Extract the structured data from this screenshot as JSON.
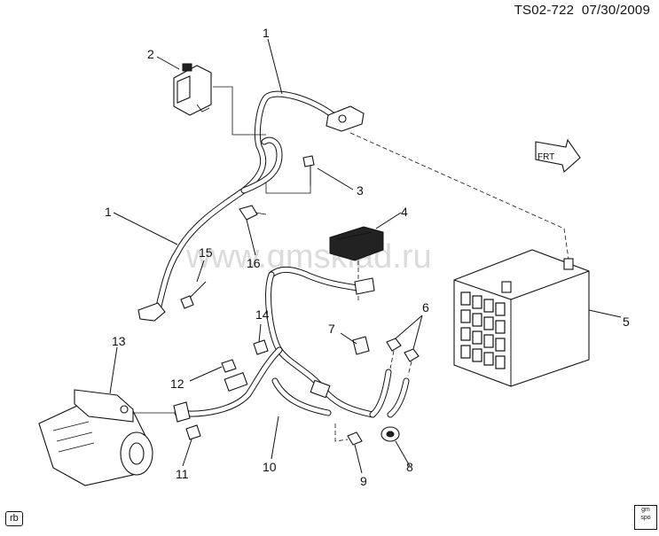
{
  "header": {
    "doc_id": "TS02-722",
    "date": "07/30/2009"
  },
  "watermark": "www.gmsklad.ru",
  "front_marker": "FRT",
  "callouts": [
    "1",
    "2",
    "3",
    "1",
    "4",
    "15",
    "16",
    "5",
    "6",
    "7",
    "14",
    "13",
    "12",
    "11",
    "10",
    "9",
    "8"
  ],
  "footer": {
    "left_badge": "rb",
    "right_badge_top": "gm",
    "right_badge_bottom": "spo"
  }
}
